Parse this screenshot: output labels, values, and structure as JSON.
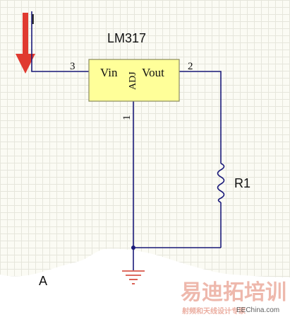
{
  "labels": {
    "current": "I",
    "chip": "LM317",
    "vin": "Vin",
    "vout": "Vout",
    "adj": "ADJ",
    "pin_vin": "3",
    "pin_vout": "2",
    "pin_adj": "1",
    "resistor": "R1",
    "node": "A"
  },
  "watermark": {
    "main": "易迪拓培训",
    "sub": "射频和天线设计专家",
    "site": "EEChina.com"
  },
  "colors": {
    "wire": "#1a1a7a",
    "chip_fill": "#ffff99",
    "chip_border": "#8a8a60",
    "arrow": "#e03a30",
    "watermark": "#e8a090"
  }
}
